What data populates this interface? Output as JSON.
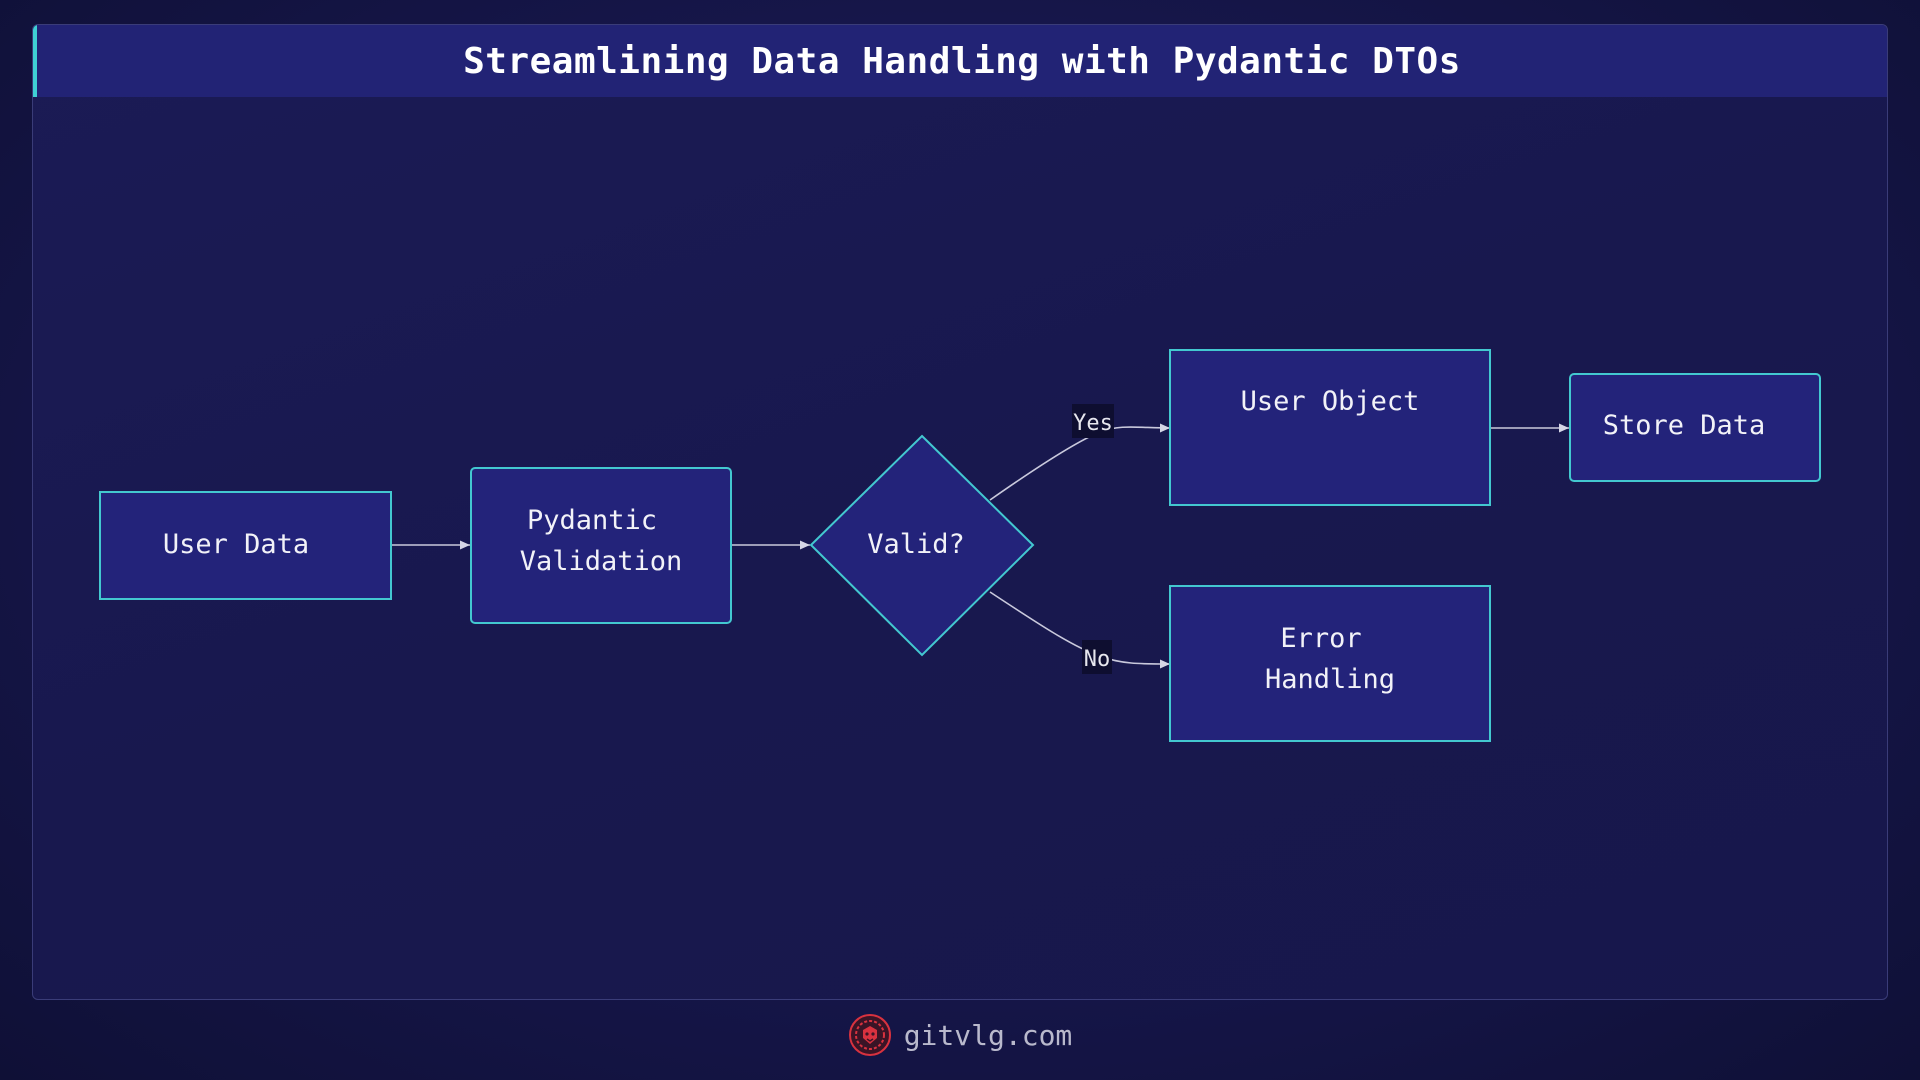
{
  "title": "Streamlining Data Handling with Pydantic DTOs",
  "nodes": {
    "user_data": "User Data",
    "pydantic_validation_line1": "Pydantic",
    "pydantic_validation_line2": "Validation",
    "valid": "Valid?",
    "user_object": "User Object",
    "store_data": "Store Data",
    "error_handling_line1": "Error",
    "error_handling_line2": "Handling"
  },
  "edges": {
    "yes_label": "Yes",
    "no_label": "No"
  },
  "footer": {
    "site": "gitvlg.com",
    "logo_icon": "lion-logo-icon"
  },
  "colors": {
    "node_fill": "#23237a",
    "node_stroke": "#43c8d0",
    "title_bar": "#222375",
    "accent": "#3fd0d4",
    "logo": "#d8323f"
  }
}
